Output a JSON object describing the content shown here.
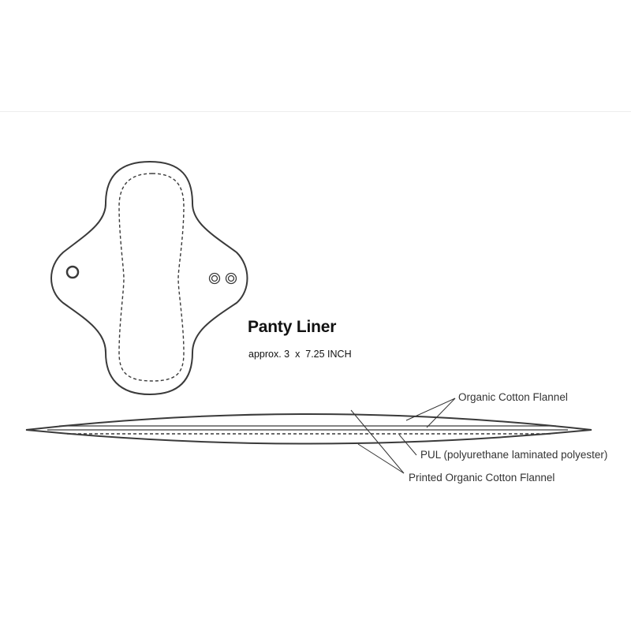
{
  "product": {
    "title": "Panty Liner",
    "dimensions": "approx. 3  x  7.25 INCH"
  },
  "layers": [
    {
      "label": "Organic Cotton Flannel"
    },
    {
      "label": "PUL (polyurethane laminated polyester)"
    },
    {
      "label": "Printed Organic Cotton Flannel"
    }
  ],
  "colors": {
    "outline": "#3a3a3a",
    "leader": "#333333",
    "text": "#333333"
  }
}
